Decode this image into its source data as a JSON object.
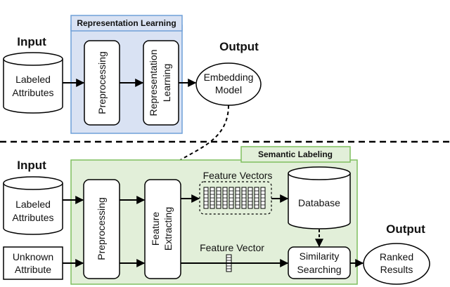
{
  "top": {
    "input_label": "Input",
    "output_label": "Output",
    "input_store": {
      "line1": "Labeled",
      "line2": "Attributes"
    },
    "panel_title": "Representation Learning",
    "step1": "Preprocessing",
    "step2": {
      "line1": "Representation",
      "line2": "Learning"
    },
    "output_node": {
      "line1": "Embedding",
      "line2": "Model"
    }
  },
  "bottom": {
    "input_label": "Input",
    "output_label": "Output",
    "input_store": {
      "line1": "Labeled",
      "line2": "Attributes"
    },
    "unknown_box": {
      "line1": "Unknown",
      "line2": "Attribute"
    },
    "panel_title": "Semantic Labeling",
    "step1": "Preprocessing",
    "step2": {
      "line1": "Feature",
      "line2": "Extracting"
    },
    "feature_vectors_label": "Feature Vectors",
    "feature_vector_label": "Feature Vector",
    "database": "Database",
    "similarity": {
      "line1": "Similarity",
      "line2": "Searching"
    },
    "output_node": {
      "line1": "Ranked",
      "line2": "Results"
    }
  },
  "colors": {
    "top_panel_fill": "#d9e2f3",
    "top_panel_border": "#6fa0d8",
    "bottom_panel_fill": "#e2efd9",
    "bottom_panel_border": "#7fbf5f",
    "stroke": "#000000"
  }
}
